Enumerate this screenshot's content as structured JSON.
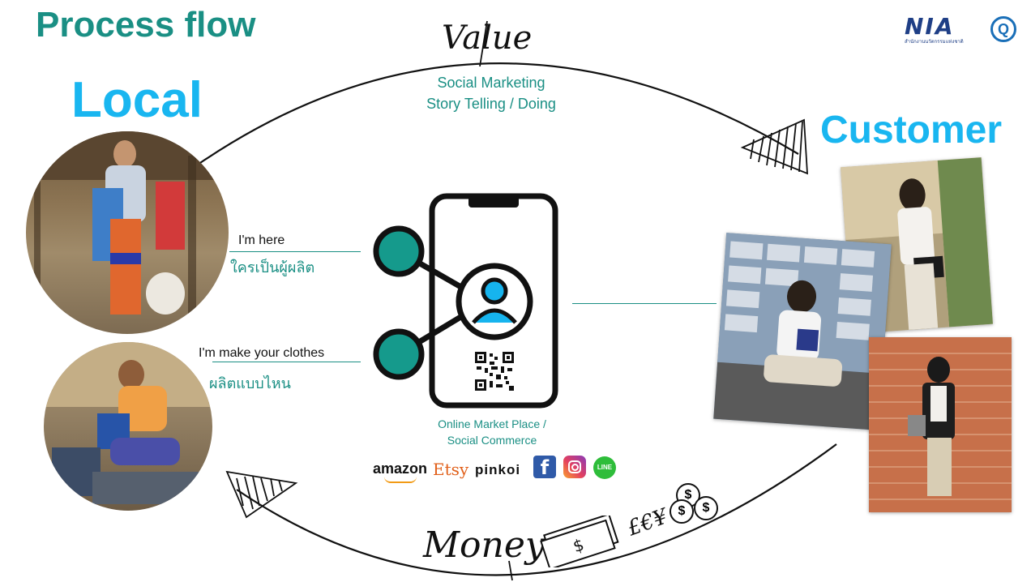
{
  "title": "Process flow",
  "labels": {
    "local": "Local",
    "customer": "Customer"
  },
  "value": {
    "handwritten": "Value",
    "lines": [
      "Social Marketing",
      "Story Telling / Doing"
    ]
  },
  "money": {
    "handwritten": "Money",
    "currency_symbols": "£€¥",
    "coin_symbol": "$"
  },
  "producer_notes": [
    {
      "en": "I'm here",
      "th": "ใครเป็นผู้ผลิต"
    },
    {
      "en": "I'm make your clothes",
      "th": "ผลิตแบบไหน"
    }
  ],
  "center": {
    "caption": [
      "Online Market Place /",
      "Social Commerce"
    ]
  },
  "brands": {
    "amazon": "amazon",
    "etsy": "Etsy",
    "pinkoi": "pinkoi",
    "facebook": "f",
    "line": "LINE"
  },
  "logo": {
    "nia": "NIA",
    "nia_sub": "สำนักงานนวัตกรรมแห่งชาติ",
    "partner": "Q"
  },
  "icons": [
    "share-phone-icon",
    "user-icon",
    "qr-code-icon",
    "facebook-icon",
    "instagram-icon",
    "line-icon",
    "arrowhead-icon",
    "banknote-icon",
    "coin-icon"
  ],
  "colors": {
    "teal": "#1a8f84",
    "blue": "#19b6f0",
    "node_teal": "#159a8c",
    "icon_blue": "#16b4ee"
  }
}
